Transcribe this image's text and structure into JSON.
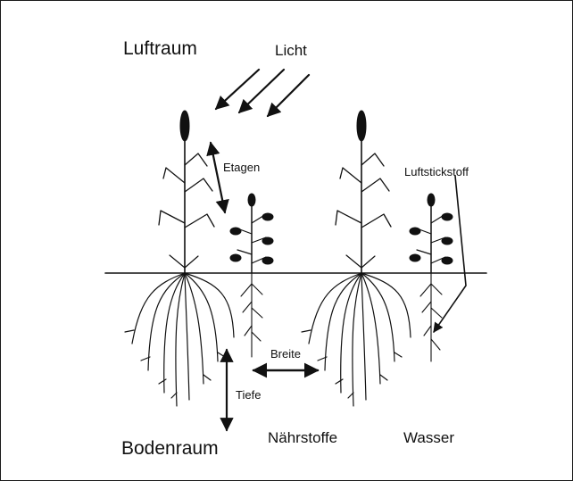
{
  "labels": {
    "airspace": "Luftraum",
    "light": "Licht",
    "tiers": "Etagen",
    "air_nitrogen": "Luftstickstoff",
    "width": "Breite",
    "depth": "Tiefe",
    "soil_space": "Bodenraum",
    "nutrients": "Nährstoffe",
    "water": "Wasser"
  },
  "colors": {
    "ink": "#111111",
    "background": "#ffffff"
  }
}
